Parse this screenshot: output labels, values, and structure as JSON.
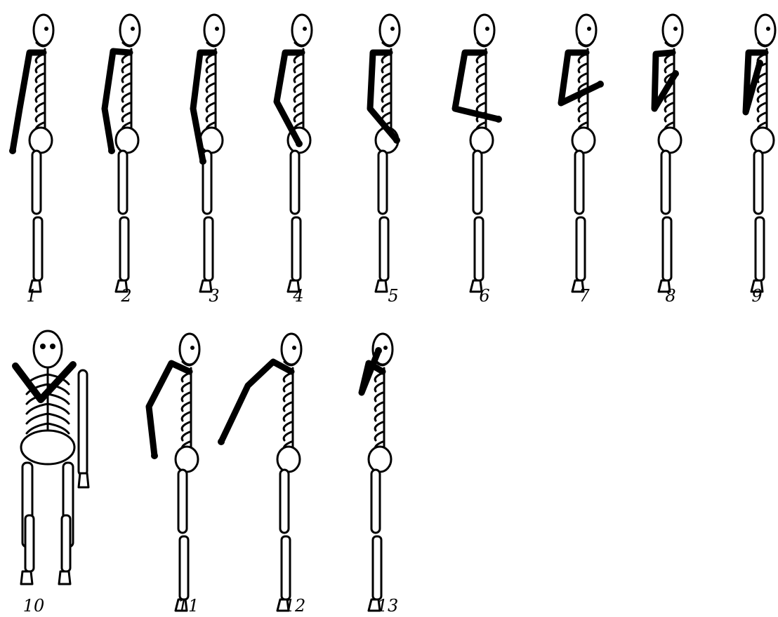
{
  "figures": [
    {
      "label": "1"
    },
    {
      "label": "2"
    },
    {
      "label": "3"
    },
    {
      "label": "4"
    },
    {
      "label": "5"
    },
    {
      "label": "6"
    },
    {
      "label": "7"
    },
    {
      "label": "8"
    },
    {
      "label": "9"
    },
    {
      "label": "10"
    },
    {
      "label": "11"
    },
    {
      "label": "12"
    },
    {
      "label": "13"
    }
  ]
}
